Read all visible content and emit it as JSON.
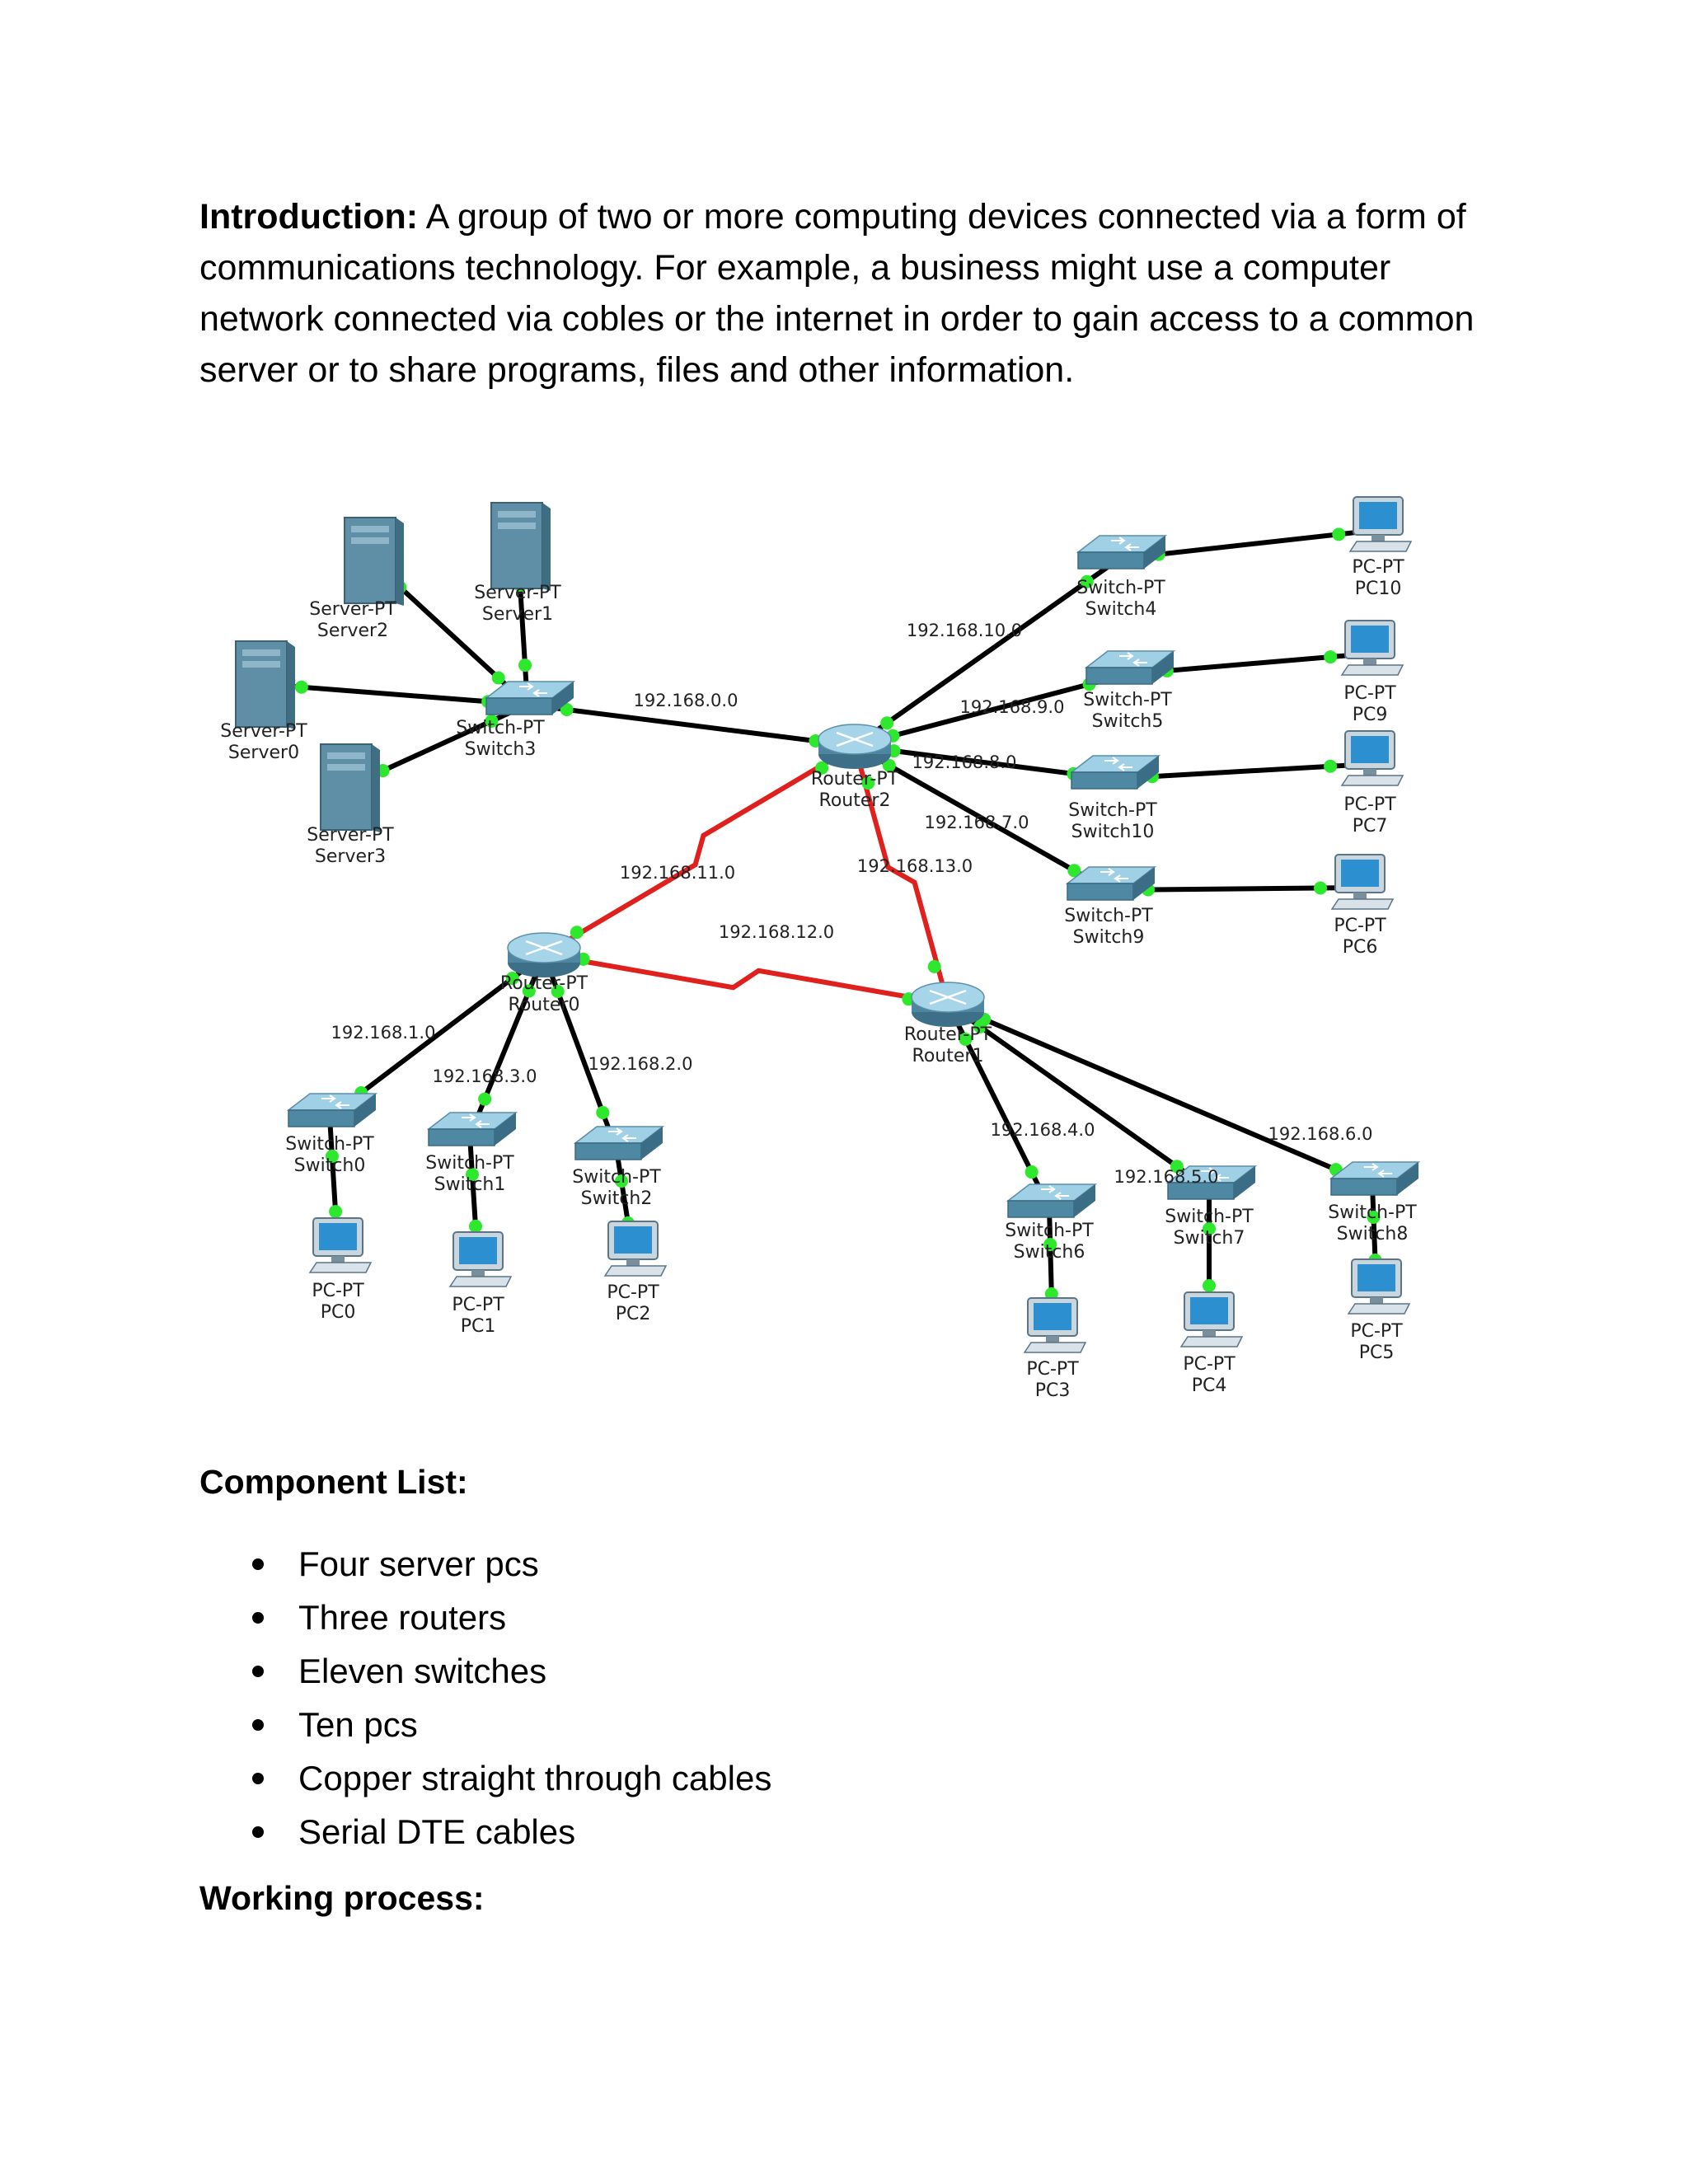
{
  "intro": {
    "label": "Introduction:",
    "text": " A group of two or more computing devices connected via a form of communications technology. For example, a business might use a computer network connected via cobles or the internet in order to gain access to a common server or to share programs, files and other information."
  },
  "diagram": {
    "colors": {
      "copper": "#000000",
      "serial": "#e0201c",
      "port": "#2ee82e"
    },
    "devices": [
      {
        "id": "Server2",
        "kind": "server",
        "l1": "Server-PT",
        "l2": "Server2"
      },
      {
        "id": "Server1",
        "kind": "server",
        "l1": "Server-PT",
        "l2": "Server1"
      },
      {
        "id": "Server0",
        "kind": "server",
        "l1": "Server-PT",
        "l2": "Server0"
      },
      {
        "id": "Server3",
        "kind": "server",
        "l1": "Server-PT",
        "l2": "Server3"
      },
      {
        "id": "Switch3",
        "kind": "switch",
        "l1": "Switch-PT",
        "l2": "Switch3"
      },
      {
        "id": "Router2",
        "kind": "router",
        "l1": "Router-PT",
        "l2": "Router2"
      },
      {
        "id": "Router0",
        "kind": "router",
        "l1": "Router-PT",
        "l2": "Router0"
      },
      {
        "id": "Router1",
        "kind": "router",
        "l1": "Router-PT",
        "l2": "Router1"
      },
      {
        "id": "Switch4",
        "kind": "switch",
        "l1": "Switch-PT",
        "l2": "Switch4"
      },
      {
        "id": "Switch5",
        "kind": "switch",
        "l1": "Switch-PT",
        "l2": "Switch5"
      },
      {
        "id": "Switch10",
        "kind": "switch",
        "l1": "Switch-PT",
        "l2": "Switch10"
      },
      {
        "id": "Switch9",
        "kind": "switch",
        "l1": "Switch-PT",
        "l2": "Switch9"
      },
      {
        "id": "PC10",
        "kind": "pc",
        "l1": "PC-PT",
        "l2": "PC10"
      },
      {
        "id": "PC9",
        "kind": "pc",
        "l1": "PC-PT",
        "l2": "PC9"
      },
      {
        "id": "PC7",
        "kind": "pc",
        "l1": "PC-PT",
        "l2": "PC7"
      },
      {
        "id": "PC6",
        "kind": "pc",
        "l1": "PC-PT",
        "l2": "PC6"
      },
      {
        "id": "Switch0",
        "kind": "switch",
        "l1": "Switch-PT",
        "l2": "Switch0"
      },
      {
        "id": "Switch1",
        "kind": "switch",
        "l1": "Switch-PT",
        "l2": "Switch1"
      },
      {
        "id": "Switch2",
        "kind": "switch",
        "l1": "Switch-PT",
        "l2": "Switch2"
      },
      {
        "id": "PC0",
        "kind": "pc",
        "l1": "PC-PT",
        "l2": "PC0"
      },
      {
        "id": "PC1",
        "kind": "pc",
        "l1": "PC-PT",
        "l2": "PC1"
      },
      {
        "id": "PC2",
        "kind": "pc",
        "l1": "PC-PT",
        "l2": "PC2"
      },
      {
        "id": "Switch6",
        "kind": "switch",
        "l1": "Switch-PT",
        "l2": "Switch6"
      },
      {
        "id": "Switch7",
        "kind": "switch",
        "l1": "Switch-PT",
        "l2": "Switch7"
      },
      {
        "id": "Switch8",
        "kind": "switch",
        "l1": "Switch-PT",
        "l2": "Switch8"
      },
      {
        "id": "PC3",
        "kind": "pc",
        "l1": "PC-PT",
        "l2": "PC3"
      },
      {
        "id": "PC4",
        "kind": "pc",
        "l1": "PC-PT",
        "l2": "PC4"
      },
      {
        "id": "PC5",
        "kind": "pc",
        "l1": "PC-PT",
        "l2": "PC5"
      }
    ],
    "links": [
      {
        "from": "Server2",
        "to": "Switch3",
        "type": "copper"
      },
      {
        "from": "Server1",
        "to": "Switch3",
        "type": "copper"
      },
      {
        "from": "Server0",
        "to": "Switch3",
        "type": "copper"
      },
      {
        "from": "Server3",
        "to": "Switch3",
        "type": "copper"
      },
      {
        "from": "Switch3",
        "to": "Router2",
        "type": "copper",
        "net": "192.168.0.0"
      },
      {
        "from": "Router2",
        "to": "Switch4",
        "type": "copper",
        "net": "192.168.10.0"
      },
      {
        "from": "Router2",
        "to": "Switch5",
        "type": "copper",
        "net": "192.168.9.0"
      },
      {
        "from": "Router2",
        "to": "Switch10",
        "type": "copper",
        "net": "192.168.8.0"
      },
      {
        "from": "Router2",
        "to": "Switch9",
        "type": "copper",
        "net": "192.168.7.0"
      },
      {
        "from": "Switch4",
        "to": "PC10",
        "type": "copper"
      },
      {
        "from": "Switch5",
        "to": "PC9",
        "type": "copper"
      },
      {
        "from": "Switch10",
        "to": "PC7",
        "type": "copper"
      },
      {
        "from": "Switch9",
        "to": "PC6",
        "type": "copper"
      },
      {
        "from": "Router2",
        "to": "Router0",
        "type": "serial",
        "net": "192.168.11.0"
      },
      {
        "from": "Router2",
        "to": "Router1",
        "type": "serial",
        "net": "192.168.13.0"
      },
      {
        "from": "Router0",
        "to": "Router1",
        "type": "serial",
        "net": "192.168.12.0"
      },
      {
        "from": "Router0",
        "to": "Switch0",
        "type": "copper",
        "net": "192.168.1.0"
      },
      {
        "from": "Router0",
        "to": "Switch1",
        "type": "copper",
        "net": "192.168.3.0"
      },
      {
        "from": "Router0",
        "to": "Switch2",
        "type": "copper",
        "net": "192.168.2.0"
      },
      {
        "from": "Switch0",
        "to": "PC0",
        "type": "copper"
      },
      {
        "from": "Switch1",
        "to": "PC1",
        "type": "copper"
      },
      {
        "from": "Switch2",
        "to": "PC2",
        "type": "copper"
      },
      {
        "from": "Router1",
        "to": "Switch6",
        "type": "copper",
        "net": "192.168.4.0"
      },
      {
        "from": "Router1",
        "to": "Switch7",
        "type": "copper",
        "net": "192.168.5.0"
      },
      {
        "from": "Router1",
        "to": "Switch8",
        "type": "copper",
        "net": "192.168.6.0"
      },
      {
        "from": "Switch6",
        "to": "PC3",
        "type": "copper"
      },
      {
        "from": "Switch7",
        "to": "PC4",
        "type": "copper"
      },
      {
        "from": "Switch8",
        "to": "PC5",
        "type": "copper"
      }
    ]
  },
  "components": {
    "heading": "Component List:",
    "items": [
      "Four server pcs",
      "Three routers",
      "Eleven switches",
      "Ten pcs",
      "Copper straight through cables",
      "Serial DTE cables"
    ]
  },
  "working": {
    "heading": "Working process:"
  }
}
